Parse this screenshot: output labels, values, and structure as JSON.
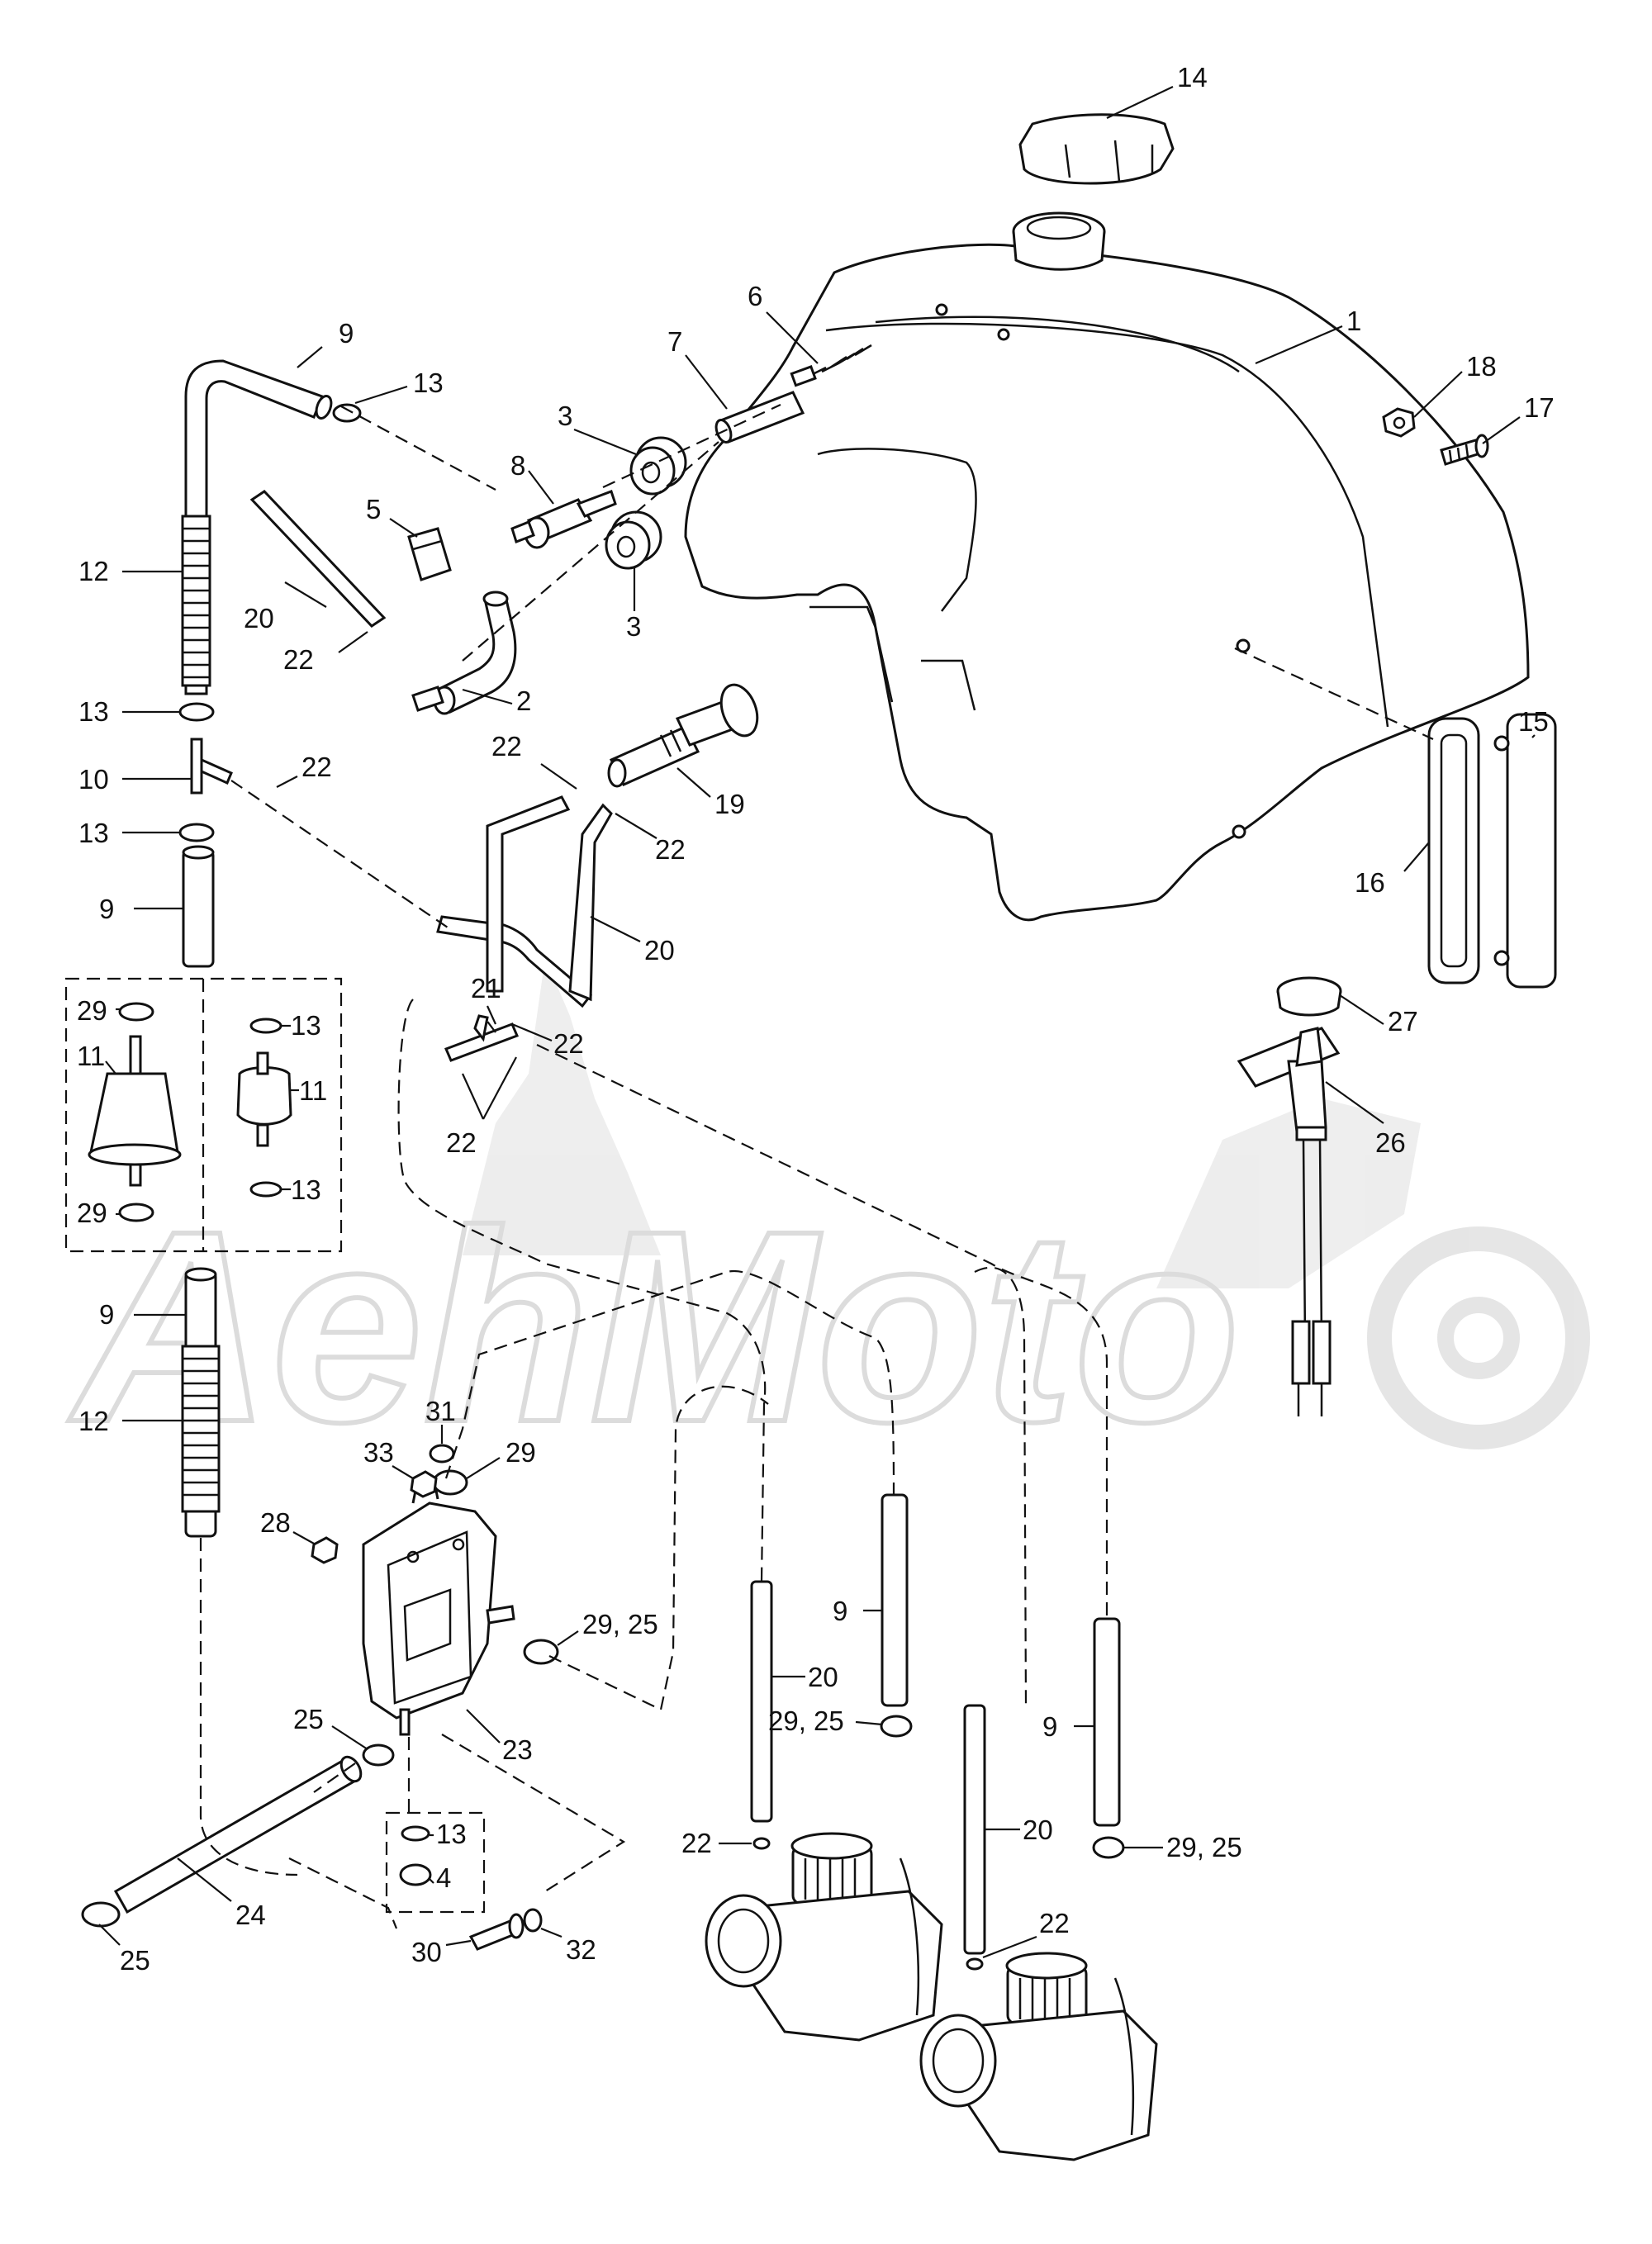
{
  "diagram": {
    "watermark": "AehMoto",
    "callouts": [
      {
        "id": "c1",
        "text": "1"
      },
      {
        "id": "c2",
        "text": "2"
      },
      {
        "id": "c3a",
        "text": "3"
      },
      {
        "id": "c3b",
        "text": "3"
      },
      {
        "id": "c4",
        "text": "4"
      },
      {
        "id": "c5",
        "text": "5"
      },
      {
        "id": "c6",
        "text": "6"
      },
      {
        "id": "c7",
        "text": "7"
      },
      {
        "id": "c8",
        "text": "8"
      },
      {
        "id": "c9a",
        "text": "9"
      },
      {
        "id": "c9b",
        "text": "9"
      },
      {
        "id": "c9c",
        "text": "9"
      },
      {
        "id": "c9d",
        "text": "9"
      },
      {
        "id": "c9e",
        "text": "9"
      },
      {
        "id": "c10",
        "text": "10"
      },
      {
        "id": "c11a",
        "text": "11"
      },
      {
        "id": "c11b",
        "text": "11"
      },
      {
        "id": "c12a",
        "text": "12"
      },
      {
        "id": "c12b",
        "text": "12"
      },
      {
        "id": "c13a",
        "text": "13"
      },
      {
        "id": "c13b",
        "text": "13"
      },
      {
        "id": "c13c",
        "text": "13"
      },
      {
        "id": "c13d",
        "text": "13"
      },
      {
        "id": "c13e",
        "text": "13"
      },
      {
        "id": "c13f",
        "text": "13"
      },
      {
        "id": "c14",
        "text": "14"
      },
      {
        "id": "c15",
        "text": "15"
      },
      {
        "id": "c16",
        "text": "16"
      },
      {
        "id": "c17",
        "text": "17"
      },
      {
        "id": "c18",
        "text": "18"
      },
      {
        "id": "c19",
        "text": "19"
      },
      {
        "id": "c20a",
        "text": "20"
      },
      {
        "id": "c20b",
        "text": "20"
      },
      {
        "id": "c20c",
        "text": "20"
      },
      {
        "id": "c20d",
        "text": "20"
      },
      {
        "id": "c21",
        "text": "21"
      },
      {
        "id": "c22a",
        "text": "22"
      },
      {
        "id": "c22b",
        "text": "22"
      },
      {
        "id": "c22c",
        "text": "22"
      },
      {
        "id": "c22d",
        "text": "22"
      },
      {
        "id": "c22e",
        "text": "22"
      },
      {
        "id": "c22f",
        "text": "22"
      },
      {
        "id": "c22g",
        "text": "22"
      },
      {
        "id": "c22h",
        "text": "22"
      },
      {
        "id": "c23",
        "text": "23"
      },
      {
        "id": "c24",
        "text": "24"
      },
      {
        "id": "c25a",
        "text": "25"
      },
      {
        "id": "c25b",
        "text": "25"
      },
      {
        "id": "c26",
        "text": "26"
      },
      {
        "id": "c27",
        "text": "27"
      },
      {
        "id": "c28",
        "text": "28"
      },
      {
        "id": "c29a",
        "text": "29"
      },
      {
        "id": "c29b",
        "text": "29"
      },
      {
        "id": "c29c",
        "text": "29"
      },
      {
        "id": "c2925a",
        "text": "29, 25"
      },
      {
        "id": "c2925b",
        "text": "29, 25"
      },
      {
        "id": "c2925c",
        "text": "29, 25"
      },
      {
        "id": "c30",
        "text": "30"
      },
      {
        "id": "c31",
        "text": "31"
      },
      {
        "id": "c32",
        "text": "32"
      },
      {
        "id": "c33",
        "text": "33"
      }
    ]
  }
}
